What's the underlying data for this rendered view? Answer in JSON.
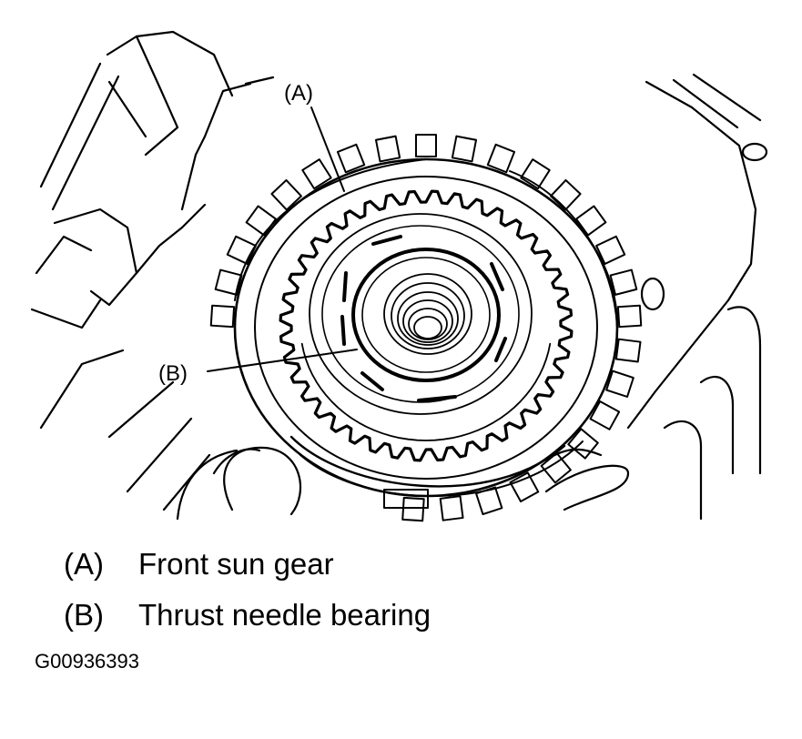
{
  "callouts": {
    "a": "(A)",
    "b": "(B)"
  },
  "legend": [
    {
      "key": "(A)",
      "label": "Front sun gear"
    },
    {
      "key": "(B)",
      "label": "Thrust needle bearing"
    }
  ],
  "figure_id": "G00936393",
  "colors": {
    "ink": "#000000",
    "background": "#ffffff"
  }
}
